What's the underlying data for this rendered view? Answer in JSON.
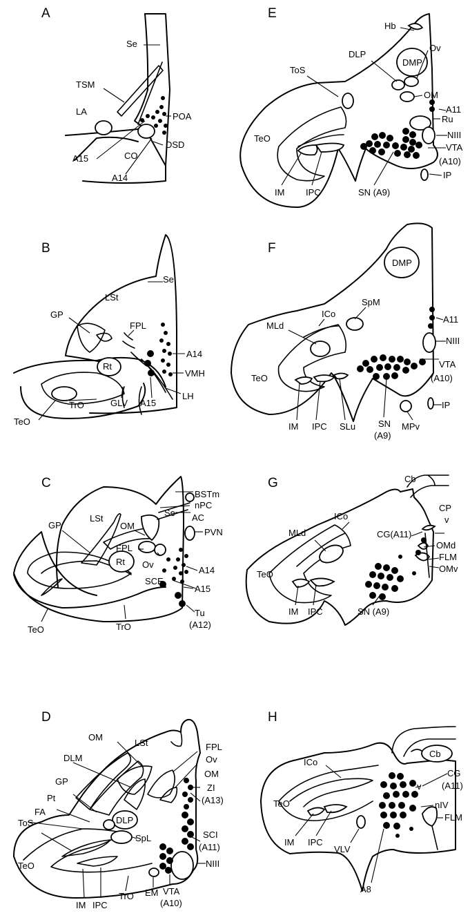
{
  "figure": {
    "panels": [
      {
        "id": "A",
        "letter": "A",
        "labels": [
          "Se",
          "TSM",
          "LA",
          "POA",
          "DSD",
          "A15",
          "CO",
          "A14"
        ]
      },
      {
        "id": "B",
        "letter": "B",
        "labels": [
          "Se",
          "LSt",
          "GP",
          "FPL",
          "Rt",
          "A14",
          "VMH",
          "LH",
          "A15",
          "GLV",
          "TrO",
          "TeO"
        ]
      },
      {
        "id": "C",
        "letter": "C",
        "labels": [
          "LSt",
          "Se",
          "BSTm",
          "nPC",
          "AC",
          "GP",
          "OM",
          "FPL",
          "Rt",
          "PVN",
          "Ov",
          "A14",
          "SCE",
          "A15",
          "Tu",
          "(A12)",
          "TeO",
          "TrO"
        ]
      },
      {
        "id": "D",
        "letter": "D",
        "labels": [
          "OM",
          "LSt",
          "FPL",
          "Ov",
          "DLM",
          "OM",
          "GP",
          "ZI",
          "(A13)",
          "Pt",
          "FA",
          "ToS",
          "DLP",
          "SpL",
          "SCI",
          "(A11)",
          "TeO",
          "NIII",
          "IM",
          "IPC",
          "TrO",
          "EM",
          "VTA",
          "(A10)"
        ]
      },
      {
        "id": "E",
        "letter": "E",
        "labels": [
          "Hb",
          "DLP",
          "DMP",
          "Ov",
          "ToS",
          "OM",
          "A11",
          "Ru",
          "TeO",
          "NIII",
          "VTA",
          "(A10)",
          "IP",
          "IM",
          "IPC",
          "SN (A9)"
        ]
      },
      {
        "id": "F",
        "letter": "F",
        "labels": [
          "DMP",
          "SpM",
          "ICo",
          "A11",
          "MLd",
          "NIII",
          "VTA",
          "(A10)",
          "TeO",
          "IP",
          "IM",
          "IPC",
          "SLu",
          "SN",
          "(A9)",
          "MPv"
        ]
      },
      {
        "id": "G",
        "letter": "G",
        "labels": [
          "Cb",
          "CP",
          "ICo",
          "v",
          "MLd",
          "CG(A11)",
          "OMd",
          "FLM",
          "OMv",
          "TeO",
          "IM",
          "IPC",
          "SN (A9)"
        ]
      },
      {
        "id": "H",
        "letter": "H",
        "labels": [
          "Cb",
          "ICo",
          "CG",
          "v",
          "(A11)",
          "nIV",
          "TeO",
          "FLM",
          "IM",
          "IPC",
          "VLV",
          "A8"
        ]
      }
    ]
  }
}
